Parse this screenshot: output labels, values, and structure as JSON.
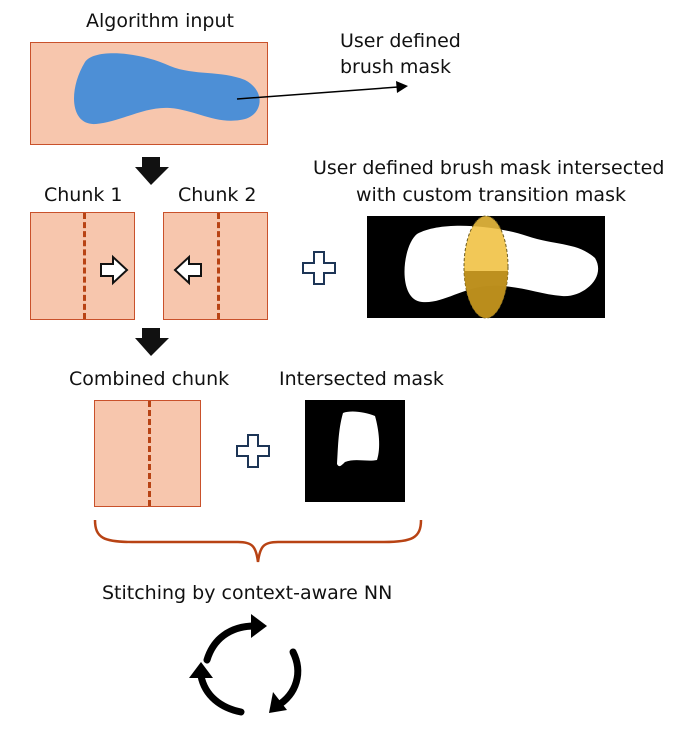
{
  "labels": {
    "algorithm_input": "Algorithm input",
    "user_mask_line1": "User defined",
    "user_mask_line2": "brush mask",
    "chunk1": "Chunk 1",
    "chunk2": "Chunk 2",
    "intersected_title_line1": "User defined brush mask intersected",
    "intersected_title_line2": "with custom transition mask",
    "combined_chunk": "Combined chunk",
    "intersected_mask": "Intersected mask",
    "stitching": "Stitching by context-aware NN"
  },
  "colors": {
    "chunk_fill": "#f7c6ad",
    "chunk_border": "#c9512b",
    "seam": "#b84314",
    "brush_mask": "#4d8fd6",
    "transition_mask": "#f0c040",
    "brace": "#b84314"
  },
  "icons": [
    "down-arrow-icon",
    "right-arrow-icon",
    "left-arrow-icon",
    "plus-icon",
    "cycle-icon"
  ]
}
